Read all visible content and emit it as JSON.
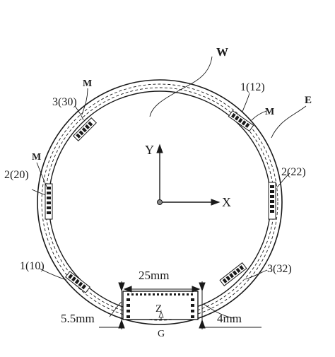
{
  "labels": {
    "W": "W",
    "E": "E",
    "M_top_left": "M",
    "M_left": "M",
    "M_top_right": "M",
    "mark_3_30": "3(30)",
    "mark_1_12": "1(12)",
    "mark_2_20": "2(20)",
    "mark_2_22": "2(22)",
    "mark_1_10": "1(10)",
    "mark_3_32": "3(32)",
    "axis_y": "Y",
    "axis_x": "X",
    "dim_width": "25mm",
    "dim_left": "5.5mm",
    "dim_right": "4mm",
    "label_Z": "Z",
    "label_G": "G"
  }
}
